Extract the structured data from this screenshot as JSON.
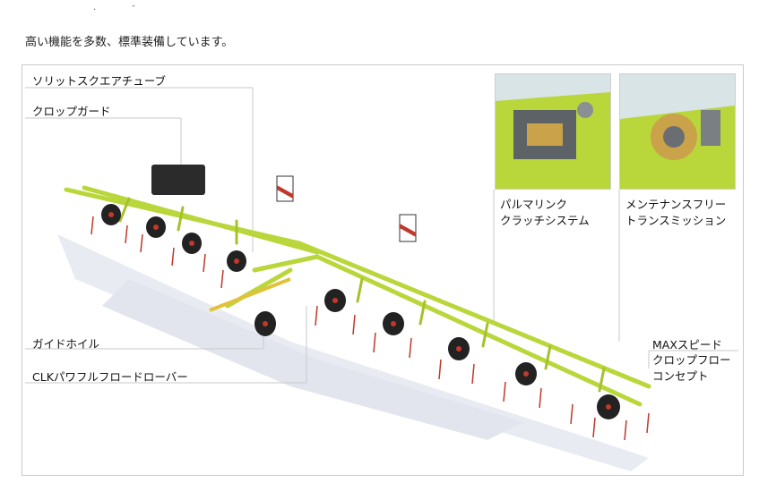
{
  "page": {
    "top_marks": "·  ˉ",
    "heading": "高い機能を多数、標準装備しています。"
  },
  "features": {
    "solid_square_tube": "ソリットスクエアチューブ",
    "crop_guard": "クロップガード",
    "guide_wheel": "ガイドホイル",
    "clk_driveline": "CLKパワフルフロードローバー",
    "palmar_link": "パルマリンク\nクラッチシステム",
    "maintenance_free": "メンテナンスフリー\nトランスミッション",
    "max_speed": "MAXスピード",
    "crop_flow": "クロップフロー\nコンセプト"
  },
  "colors": {
    "machine_green": "#b9d63a",
    "tine_red": "#c0392b",
    "shadow": "#e3e6ee",
    "leader_line": "#c9c9c9"
  }
}
